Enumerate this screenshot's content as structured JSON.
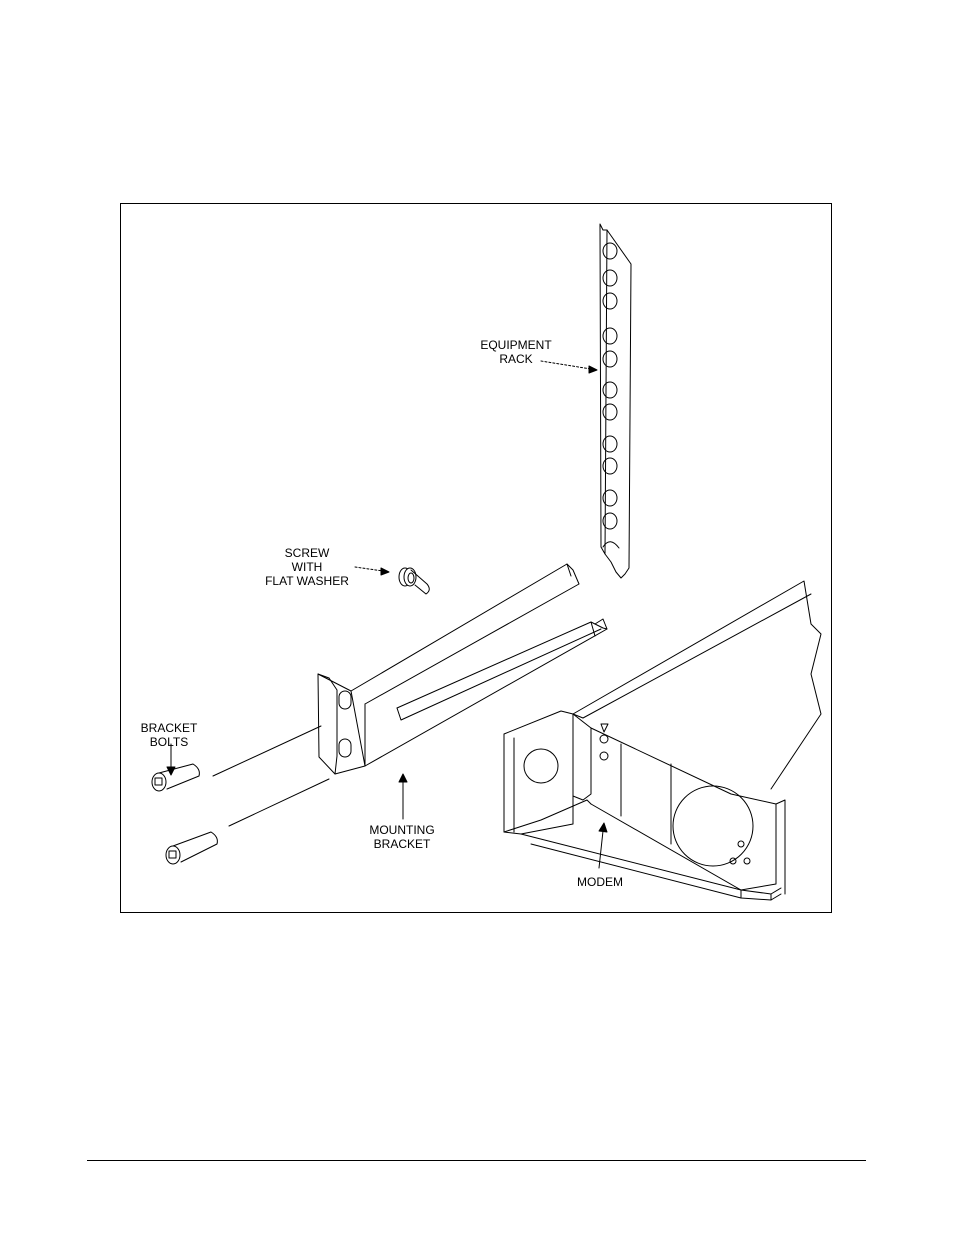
{
  "diagram": {
    "labels": {
      "equipment_rack": [
        "EQUIPMENT",
        "RACK"
      ],
      "screw": [
        "SCREW",
        "WITH",
        "FLAT WASHER"
      ],
      "bracket_bolts": [
        "BRACKET",
        "BOLTS"
      ],
      "mounting_bracket": [
        "MOUNTING",
        "BRACKET"
      ],
      "modem": [
        "MODEM"
      ]
    },
    "colors": {
      "line": "#000000",
      "background": "#ffffff"
    }
  }
}
